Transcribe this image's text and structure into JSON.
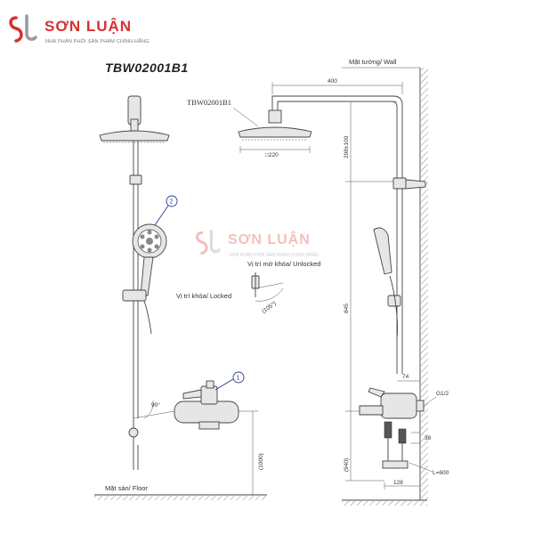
{
  "brand": {
    "name": "SƠN LUẬN",
    "tagline": "NHÀ PHÂN PHỐI SẢN PHẨM CHÍNH HÃNG",
    "color": "#d7302f"
  },
  "model_title": "TBW02001B1",
  "watermark": {
    "name": "SƠN LUẬN",
    "tagline": "NHÀ PHÂN PHỐI SẢN PHẨM CHÍNH HÃNG"
  },
  "labels": {
    "wall": "Mặt tường/ Wall",
    "floor": "Mặt sàn/ Floor",
    "shower_head_model": "TBW02001B1",
    "unlocked": "Vị trí mở khóa/ Unlocked",
    "locked": "Vị trí khóa/ Locked",
    "callout_1": "1",
    "callout_2": "2"
  },
  "dimensions": {
    "arm_length": "400",
    "head_height": "298±100",
    "head_diameter": "□220",
    "main_height": "845",
    "valve_depth": "74",
    "thread": "G1/2",
    "spacing_38": "38",
    "outlet_depth": "128",
    "hose_length": "L=600",
    "valve_height_front": "(1000)",
    "valve_height_side": "(940)",
    "angle_front": "90°",
    "angle_lock": "(105°)"
  },
  "icons": [
    "logo-mark-icon",
    "watermark-mark-icon"
  ]
}
